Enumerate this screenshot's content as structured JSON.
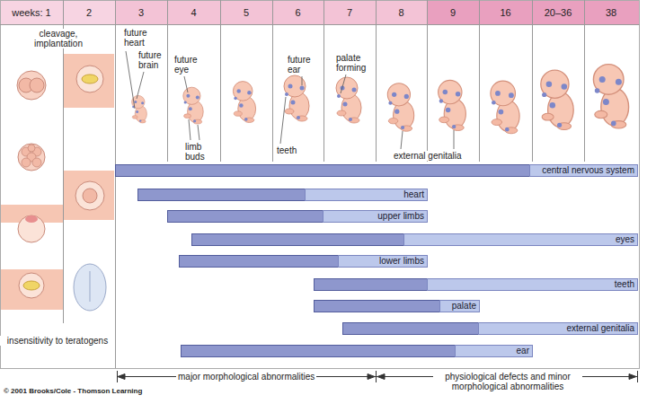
{
  "diagram": {
    "nodes": [
      {
        "text": [
          "central nervous system"
        ]
      },
      {
        "text": [
          "heart"
        ]
      },
      {
        "text": [
          "upper limbs"
        ]
      },
      {
        "text": [
          "eyes"
        ]
      },
      {
        "text": [
          "lower limbs"
        ]
      },
      {
        "text": [
          "teeth"
        ]
      },
      {
        "text": [
          "palate"
        ]
      },
      {
        "text": [
          "external genitalia"
        ]
      },
      {
        "text": [
          "ear"
        ]
      }
    ],
    "labels": [
      "weeks: 1",
      "2",
      "3",
      "4",
      "5",
      "6",
      "7",
      "8",
      "9",
      "16",
      "20–36",
      "38",
      "cleavage, implantation",
      "future heart",
      "future brain",
      "future eye",
      "limb buds",
      "teeth",
      "future ear",
      "palate forming",
      "external genitalia",
      "insensitivity to teratogens",
      "major morphological abnormalities",
      "physiological defects and minor morphological abnormalities",
      "© 2001 Brooks/Cole - Thomson Learning"
    ]
  }
}
